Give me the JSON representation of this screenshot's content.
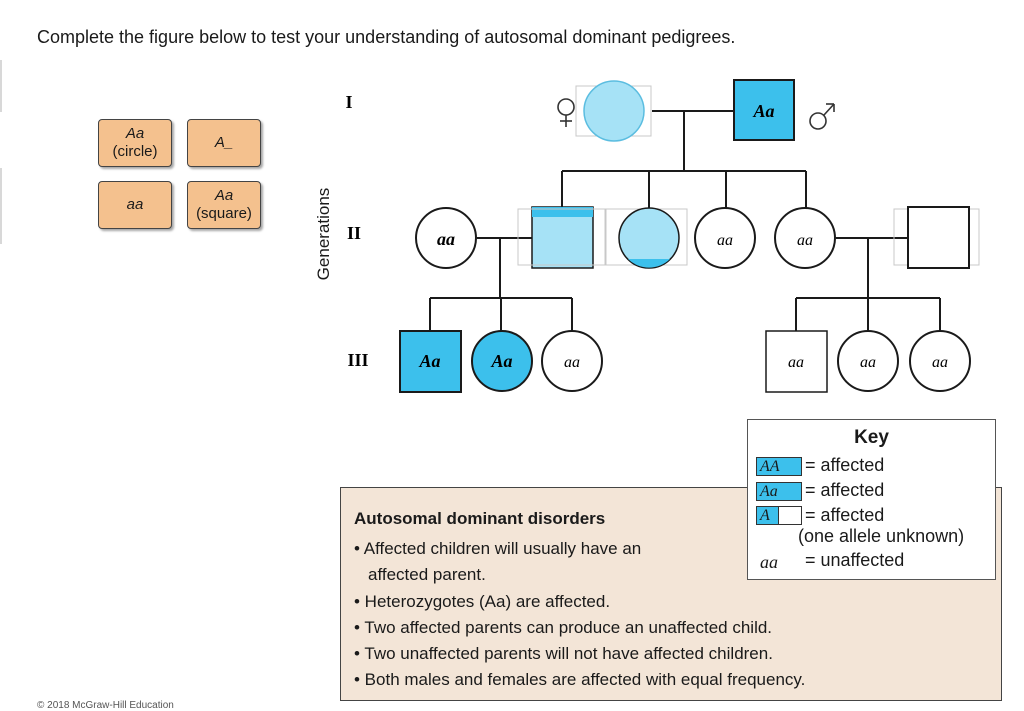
{
  "instruction": "Complete the figure below to test your understanding of autosomal dominant pedigrees.",
  "tiles": [
    {
      "id": "Aa-circle",
      "line1": "Aa",
      "line2": "(circle)",
      "interactable": true
    },
    {
      "id": "A-blank",
      "line1": "A_",
      "line2": "",
      "interactable": true
    },
    {
      "id": "aa",
      "line1": "aa",
      "line2": "",
      "interactable": true
    },
    {
      "id": "Aa-square",
      "line1": "Aa",
      "line2": "(square)",
      "interactable": true
    }
  ],
  "pedigree": {
    "axis_label": "Generations",
    "generation_labels": [
      "I",
      "II",
      "III"
    ],
    "gen1": {
      "father_genotype": "Aa",
      "female_symbol": "♀",
      "male_symbol": "♂"
    },
    "gen2": {
      "inlaw_left": "aa",
      "child3": "aa",
      "child4": "aa"
    },
    "gen3": {
      "left": [
        "Aa",
        "Aa",
        "aa"
      ],
      "right": [
        "aa",
        "aa",
        "aa"
      ]
    }
  },
  "key": {
    "title": "Key",
    "entries": [
      {
        "symbol": "AA",
        "text": "= affected"
      },
      {
        "symbol": "Aa",
        "text": "= affected"
      },
      {
        "symbol": "A",
        "text": "= affected"
      },
      {
        "symbol": "",
        "text": "(one allele unknown)"
      },
      {
        "symbol": "aa",
        "text": "= unaffected"
      }
    ]
  },
  "info": {
    "title": "Autosomal dominant disorders",
    "bullets": [
      "• Affected children will usually have an",
      "affected parent.",
      "• Heterozygotes (Aa) are affected.",
      "• Two affected parents can produce an unaffected child.",
      "• Two unaffected parents will not have affected children.",
      "• Both males and females are affected with equal frequency."
    ]
  },
  "copyright": "© 2018 McGraw-Hill Education",
  "colors": {
    "affected": "#3cc0ec",
    "placeholder": "#a6e2f6",
    "tile": "#f4c18e",
    "info_bg": "#f3e5d7"
  }
}
